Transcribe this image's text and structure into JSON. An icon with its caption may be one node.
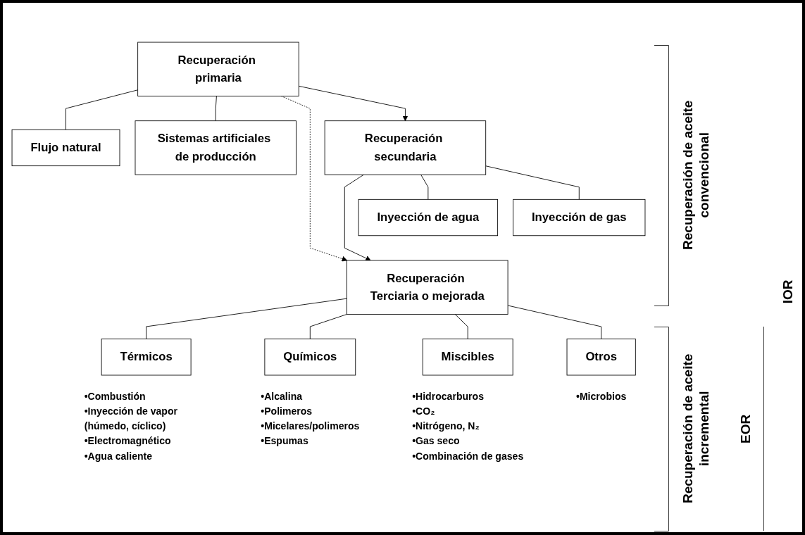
{
  "diagram": {
    "nodes": [
      {
        "text": [
          "Recuperación primaria"
        ]
      },
      {
        "text": [
          "Flujo natural"
        ]
      },
      {
        "text": [
          "Sistemas artificiales de producción"
        ]
      },
      {
        "text": [
          "Recuperación secundaria"
        ]
      },
      {
        "text": [
          "Inyección de agua"
        ]
      },
      {
        "text": [
          "Inyección de gas"
        ]
      },
      {
        "text": [
          "Recuperación Terciaria o mejorada"
        ]
      },
      {
        "text": [
          "Térmicos"
        ],
        "beside": [
          "•Combustión",
          "•Inyección de vapor (húmedo, cíclico)",
          "•Electromagnético",
          "•Agua caliente"
        ]
      },
      {
        "text": [
          "Químicos"
        ],
        "beside": [
          "•Alcalina",
          "•Polimeros",
          "•Micelares/polimeros",
          "•Espumas"
        ]
      },
      {
        "text": [
          "Miscibles"
        ],
        "beside": [
          "•Hidrocarburos",
          "•CO₂",
          "•Nitrógeno, N₂",
          "•Gas seco",
          "•Combinación de gases"
        ]
      },
      {
        "text": [
          "Otros"
        ],
        "beside": [
          "•Microbios"
        ]
      }
    ],
    "edges": [
      {
        "from": 0,
        "to": 1,
        "arrow": "none"
      },
      {
        "from": 0,
        "to": 3,
        "arrow": "to"
      },
      {
        "from": 0,
        "to": 2,
        "arrow": "none"
      },
      {
        "from": 0,
        "to": 6,
        "arrow": "to",
        "style": "dashed"
      },
      {
        "from": 3,
        "to": 4,
        "arrow": "none"
      },
      {
        "from": 3,
        "to": 6,
        "arrow": "to"
      },
      {
        "from": 3,
        "to": 5,
        "arrow": "none"
      },
      {
        "from": 6,
        "to": 7,
        "arrow": "none"
      },
      {
        "from": 6,
        "to": 8,
        "arrow": "none"
      },
      {
        "from": 6,
        "to": 9,
        "arrow": "none"
      },
      {
        "from": 6,
        "to": 10,
        "arrow": "none"
      }
    ],
    "labels": [
      "Recuperación de aceite convencional",
      "Recuperación de aceite incremental",
      "EOR",
      "IOR"
    ]
  }
}
